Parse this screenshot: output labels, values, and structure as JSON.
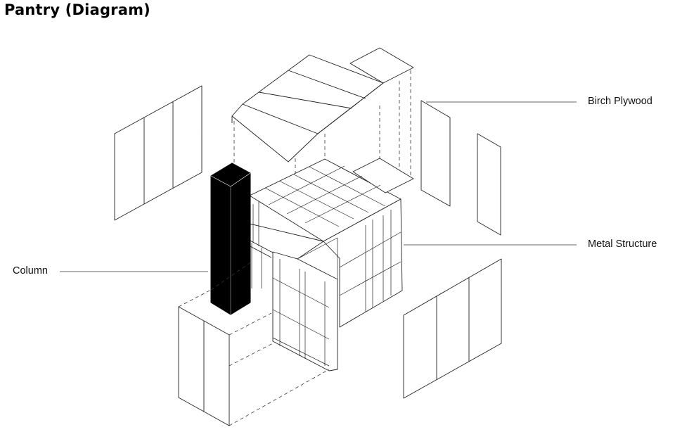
{
  "title": "Pantry (Diagram)",
  "labels": {
    "birch_plywood": "Birch Plywood",
    "metal_structure": "Metal Structure",
    "column": "Column"
  },
  "colors": {
    "line": "#222222",
    "column_fill": "#000000",
    "background": "#ffffff"
  }
}
